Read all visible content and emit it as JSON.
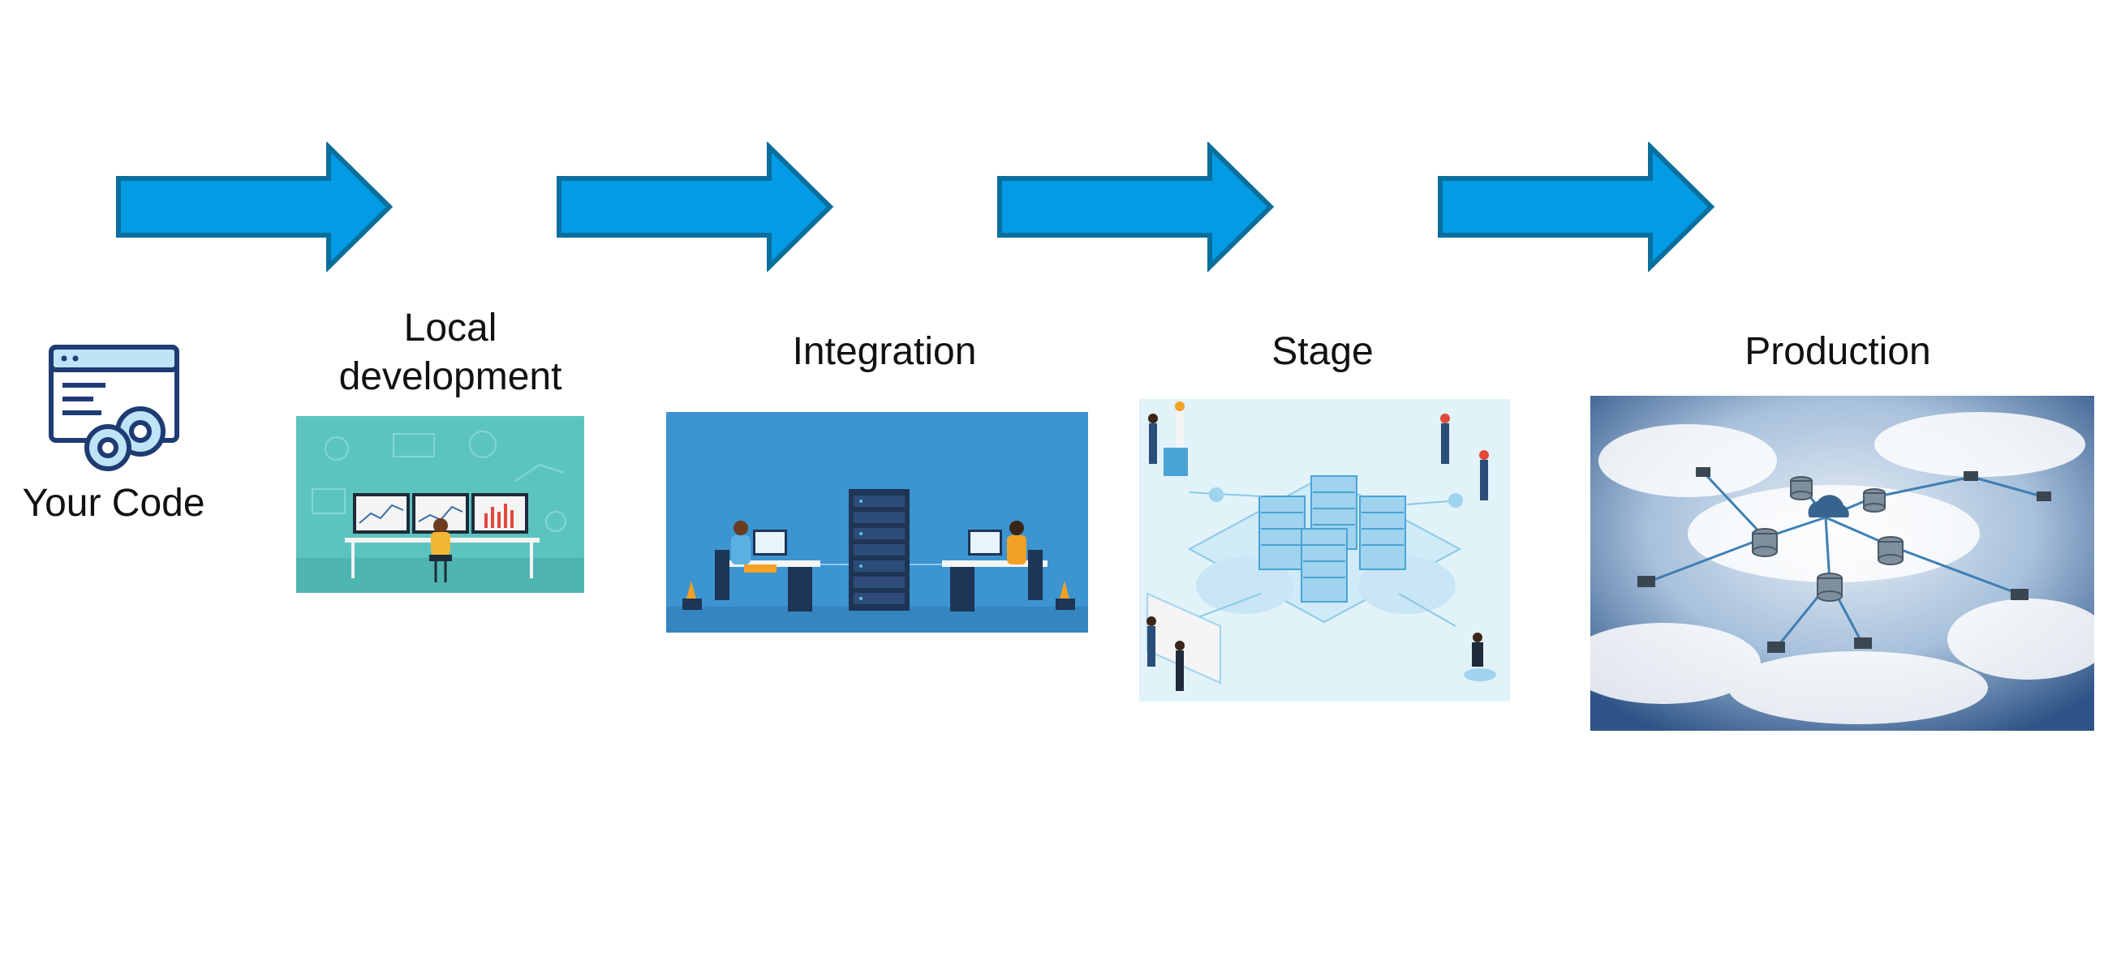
{
  "stages": [
    {
      "id": "your-code",
      "label": "Your Code"
    },
    {
      "id": "local",
      "label_lines": [
        "Local",
        "development"
      ]
    },
    {
      "id": "integration",
      "label": "Integration"
    },
    {
      "id": "stage",
      "label": "Stage"
    },
    {
      "id": "production",
      "label": "Production"
    }
  ],
  "colors": {
    "arrow_fill": "#039be5",
    "arrow_stroke": "#0a6f9c",
    "icon_stroke": "#1f3b73",
    "icon_fill": "#bfe3f7",
    "local_bg": "#5cc4bf",
    "integration_bg": "#3c94d1",
    "stage_bg": "#e1f2f9",
    "production_bg": "#5a86b6"
  },
  "icons": [
    "code-window-gears-icon",
    "flow-arrow-icon"
  ]
}
